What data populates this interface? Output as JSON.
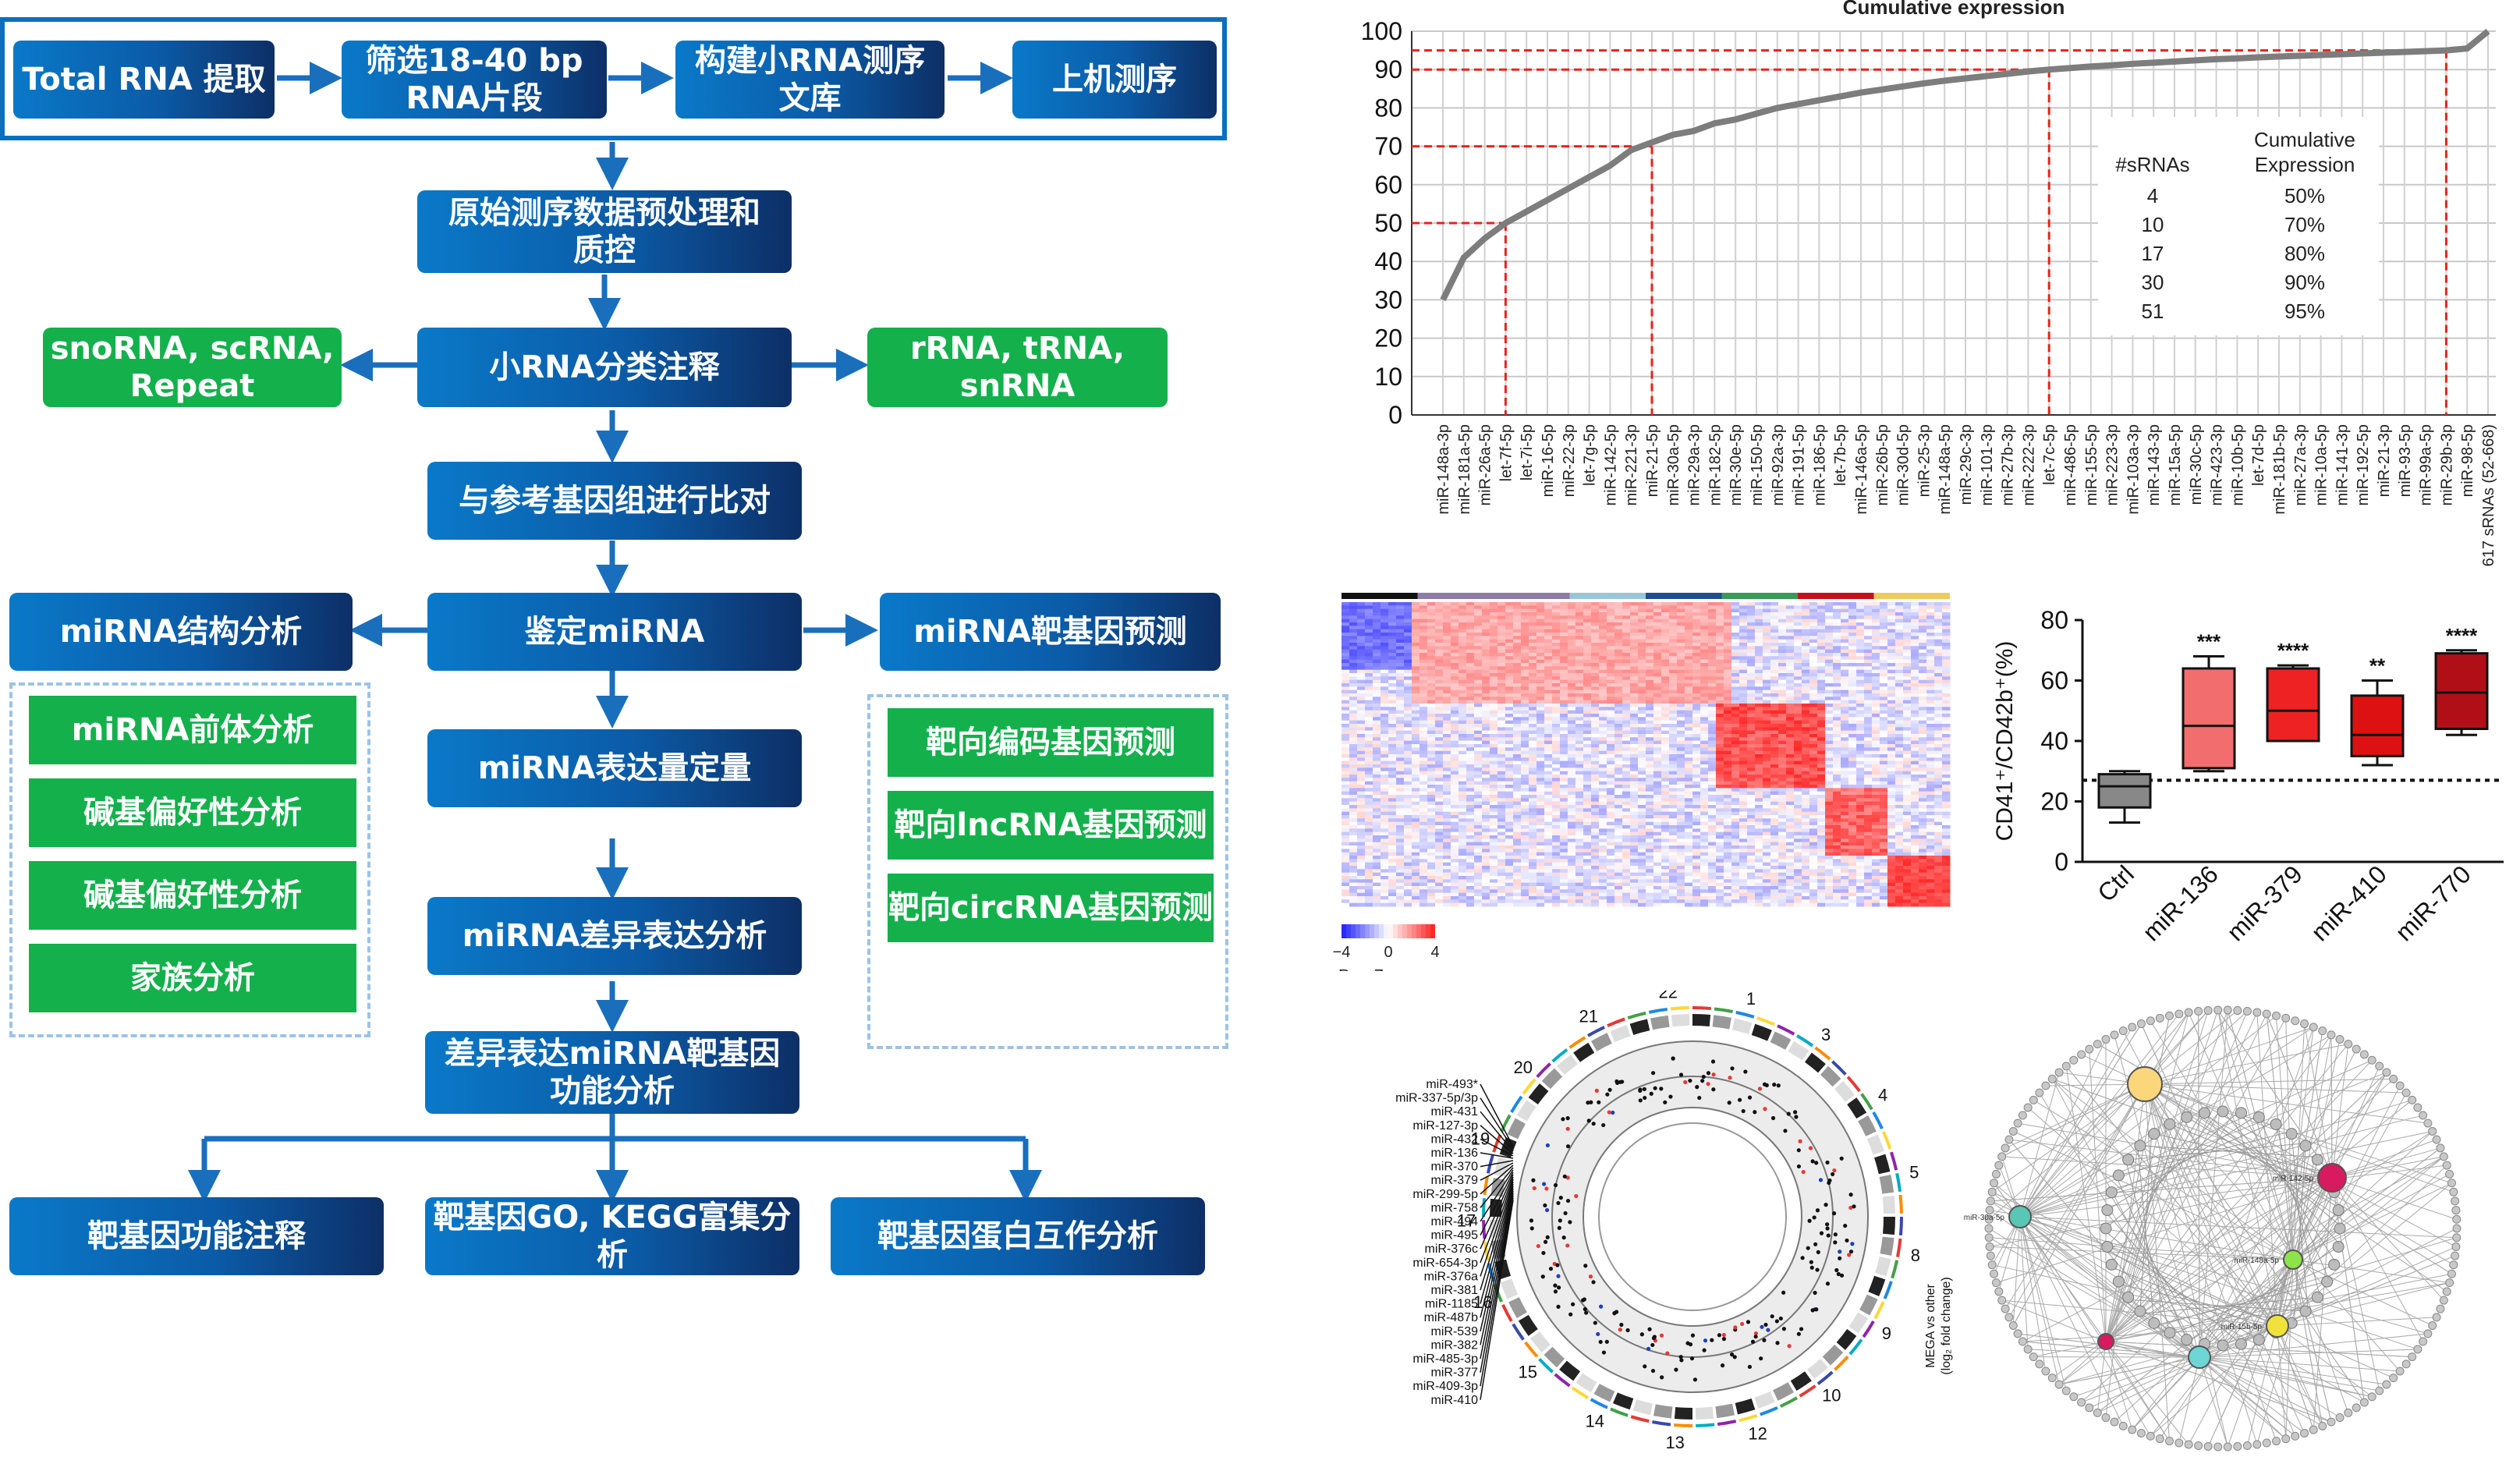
{
  "flow": {
    "top_row": [
      "Total RNA 提取",
      "筛选18-40 bp\nRNA片段",
      "构建小RNA测序\n文库",
      "上机测序"
    ],
    "preprocess": "原始测序数据预处理和\n质控",
    "classify": "小RNA分类注释",
    "classify_left": "snoRNA, scRNA,\nRepeat",
    "classify_right": "rRNA, tRNA, snRNA",
    "align": "与参考基因组进行比对",
    "identify": "鉴定miRNA",
    "structure": "miRNA结构分析",
    "target_predict": "miRNA靶基因预测",
    "quant": "miRNA表达量定量",
    "diff": "miRNA差异表达分析",
    "func": "差异表达miRNA靶基因\n功能分析",
    "left_sub": [
      "miRNA前体分析",
      "碱基偏好性分析",
      "碱基偏好性分析",
      "家族分析"
    ],
    "right_sub": [
      "靶向编码基因预测",
      "靶向lncRNA基因预测",
      "靶向circRNA基因预测"
    ],
    "bottom": [
      "靶基因功能注释",
      "靶基因GO, KEGG富集分\n析",
      "靶基因蛋白互作分析"
    ],
    "colors": {
      "blue": "#0b5ba7",
      "green": "#14b04c",
      "dashed": "#9cc3e6",
      "arrow": "#1a6fbd"
    }
  },
  "chart_data": [
    {
      "type": "line",
      "title": "Cumulative expression",
      "categories": [
        "miR-148a-3p",
        "miR-181a-5p",
        "miR-26a-5p",
        "let-7f-5p",
        "let-7i-5p",
        "miR-16-5p",
        "miR-22-3p",
        "let-7g-5p",
        "miR-142-5p",
        "miR-221-3p",
        "miR-21-5p",
        "miR-30a-5p",
        "miR-29a-3p",
        "miR-182-5p",
        "miR-30e-5p",
        "miR-150-5p",
        "miR-92a-3p",
        "miR-191-5p",
        "miR-186-5p",
        "let-7b-5p",
        "miR-146a-5p",
        "miR-26b-5p",
        "miR-30d-5p",
        "miR-25-3p",
        "miR-148a-5p",
        "miR-29c-3p",
        "miR-101-3p",
        "miR-27b-3p",
        "miR-222-3p",
        "let-7c-5p",
        "miR-486-5p",
        "miR-155-5p",
        "miR-223-3p",
        "miR-103a-3p",
        "miR-143-3p",
        "miR-15a-5p",
        "miR-30c-5p",
        "miR-423-3p",
        "miR-10b-5p",
        "let-7d-5p",
        "miR-181b-5p",
        "miR-27a-3p",
        "miR-10a-5p",
        "miR-141-3p",
        "miR-192-5p",
        "miR-21-3p",
        "miR-93-5p",
        "miR-99a-5p",
        "miR-29b-3p",
        "miR-98-5p",
        "617 sRNAs (52-668)"
      ],
      "values": [
        30,
        41,
        46,
        50,
        53,
        56,
        59,
        62,
        65,
        69,
        71,
        73,
        74,
        76,
        77,
        78.5,
        80,
        81,
        82,
        83,
        84,
        84.8,
        85.6,
        86.4,
        87.1,
        87.7,
        88.3,
        88.9,
        89.5,
        90.0,
        90.4,
        90.8,
        91.1,
        91.5,
        91.8,
        92.1,
        92.4,
        92.7,
        92.9,
        93.2,
        93.4,
        93.6,
        93.8,
        94.0,
        94.2,
        94.4,
        94.6,
        94.8,
        95.0,
        95.5,
        100
      ],
      "ylim": [
        0,
        100
      ],
      "yticks": [
        0,
        10,
        20,
        30,
        40,
        50,
        60,
        70,
        80,
        90,
        100
      ],
      "thresholds": [
        50,
        70,
        90,
        95
      ],
      "table": {
        "headers": [
          "#sRNAs",
          "Cumulative\nExpression"
        ],
        "rows": [
          [
            "4",
            "50%"
          ],
          [
            "10",
            "70%"
          ],
          [
            "17",
            "80%"
          ],
          [
            "30",
            "90%"
          ],
          [
            "51",
            "95%"
          ]
        ]
      },
      "legend": "none",
      "grid": true
    },
    {
      "type": "heatmap",
      "legend_ticks": [
        "−4",
        "0",
        "4"
      ],
      "legend_label": "Row Z–score"
    },
    {
      "type": "box",
      "ylabel": "CD41⁺/CD42b⁺(%)",
      "ylim": [
        0,
        80
      ],
      "yticks": [
        0,
        20,
        40,
        60,
        80
      ],
      "reference_line": 27,
      "categories": [
        "Ctrl",
        "miR-136",
        "miR-379",
        "miR-410",
        "miR-770"
      ],
      "boxes": [
        {
          "min": 13,
          "q1": 18,
          "median": 25,
          "q3": 29,
          "max": 30,
          "color": "#888888",
          "sig": ""
        },
        {
          "min": 30,
          "q1": 31,
          "median": 45,
          "q3": 64,
          "max": 68,
          "color": "#f26d6d",
          "sig": "***"
        },
        {
          "min": 40,
          "q1": 40,
          "median": 50,
          "q3": 64,
          "max": 65,
          "color": "#ee2222",
          "sig": "****"
        },
        {
          "min": 32,
          "q1": 35,
          "median": 42,
          "q3": 55,
          "max": 60,
          "color": "#dd1111",
          "sig": "**"
        },
        {
          "min": 42,
          "q1": 44,
          "median": 56,
          "q3": 69,
          "max": 70,
          "color": "#b10f17",
          "sig": "****"
        }
      ]
    },
    {
      "type": "circos",
      "chromosomes": [
        "1",
        "3",
        "4",
        "5",
        "8",
        "9",
        "10",
        "12",
        "13",
        "14",
        "15",
        "16",
        "17",
        "19",
        "20",
        "21",
        "22"
      ],
      "mirna_labels": [
        "miR-493*",
        "miR-337-5p/3p",
        "miR-431",
        "miR-127-3p",
        "miR-432",
        "miR-136",
        "miR-370",
        "miR-379",
        "miR-299-5p",
        "miR-758",
        "miR-494",
        "miR-495",
        "miR-376c",
        "miR-654-3p",
        "miR-376a",
        "miR-381",
        "miR-1185",
        "miR-487b",
        "miR-539",
        "miR-382",
        "miR-485-3p",
        "miR-377",
        "miR-409-3p",
        "miR-410"
      ],
      "axis_label": "MEGA vs other\n(log₂ fold change)"
    },
    {
      "type": "network",
      "hub_labels": [
        "miR-142-5p",
        "miR-30a-5p",
        "miR-148a-5p",
        "miR-15b-5p"
      ]
    }
  ]
}
